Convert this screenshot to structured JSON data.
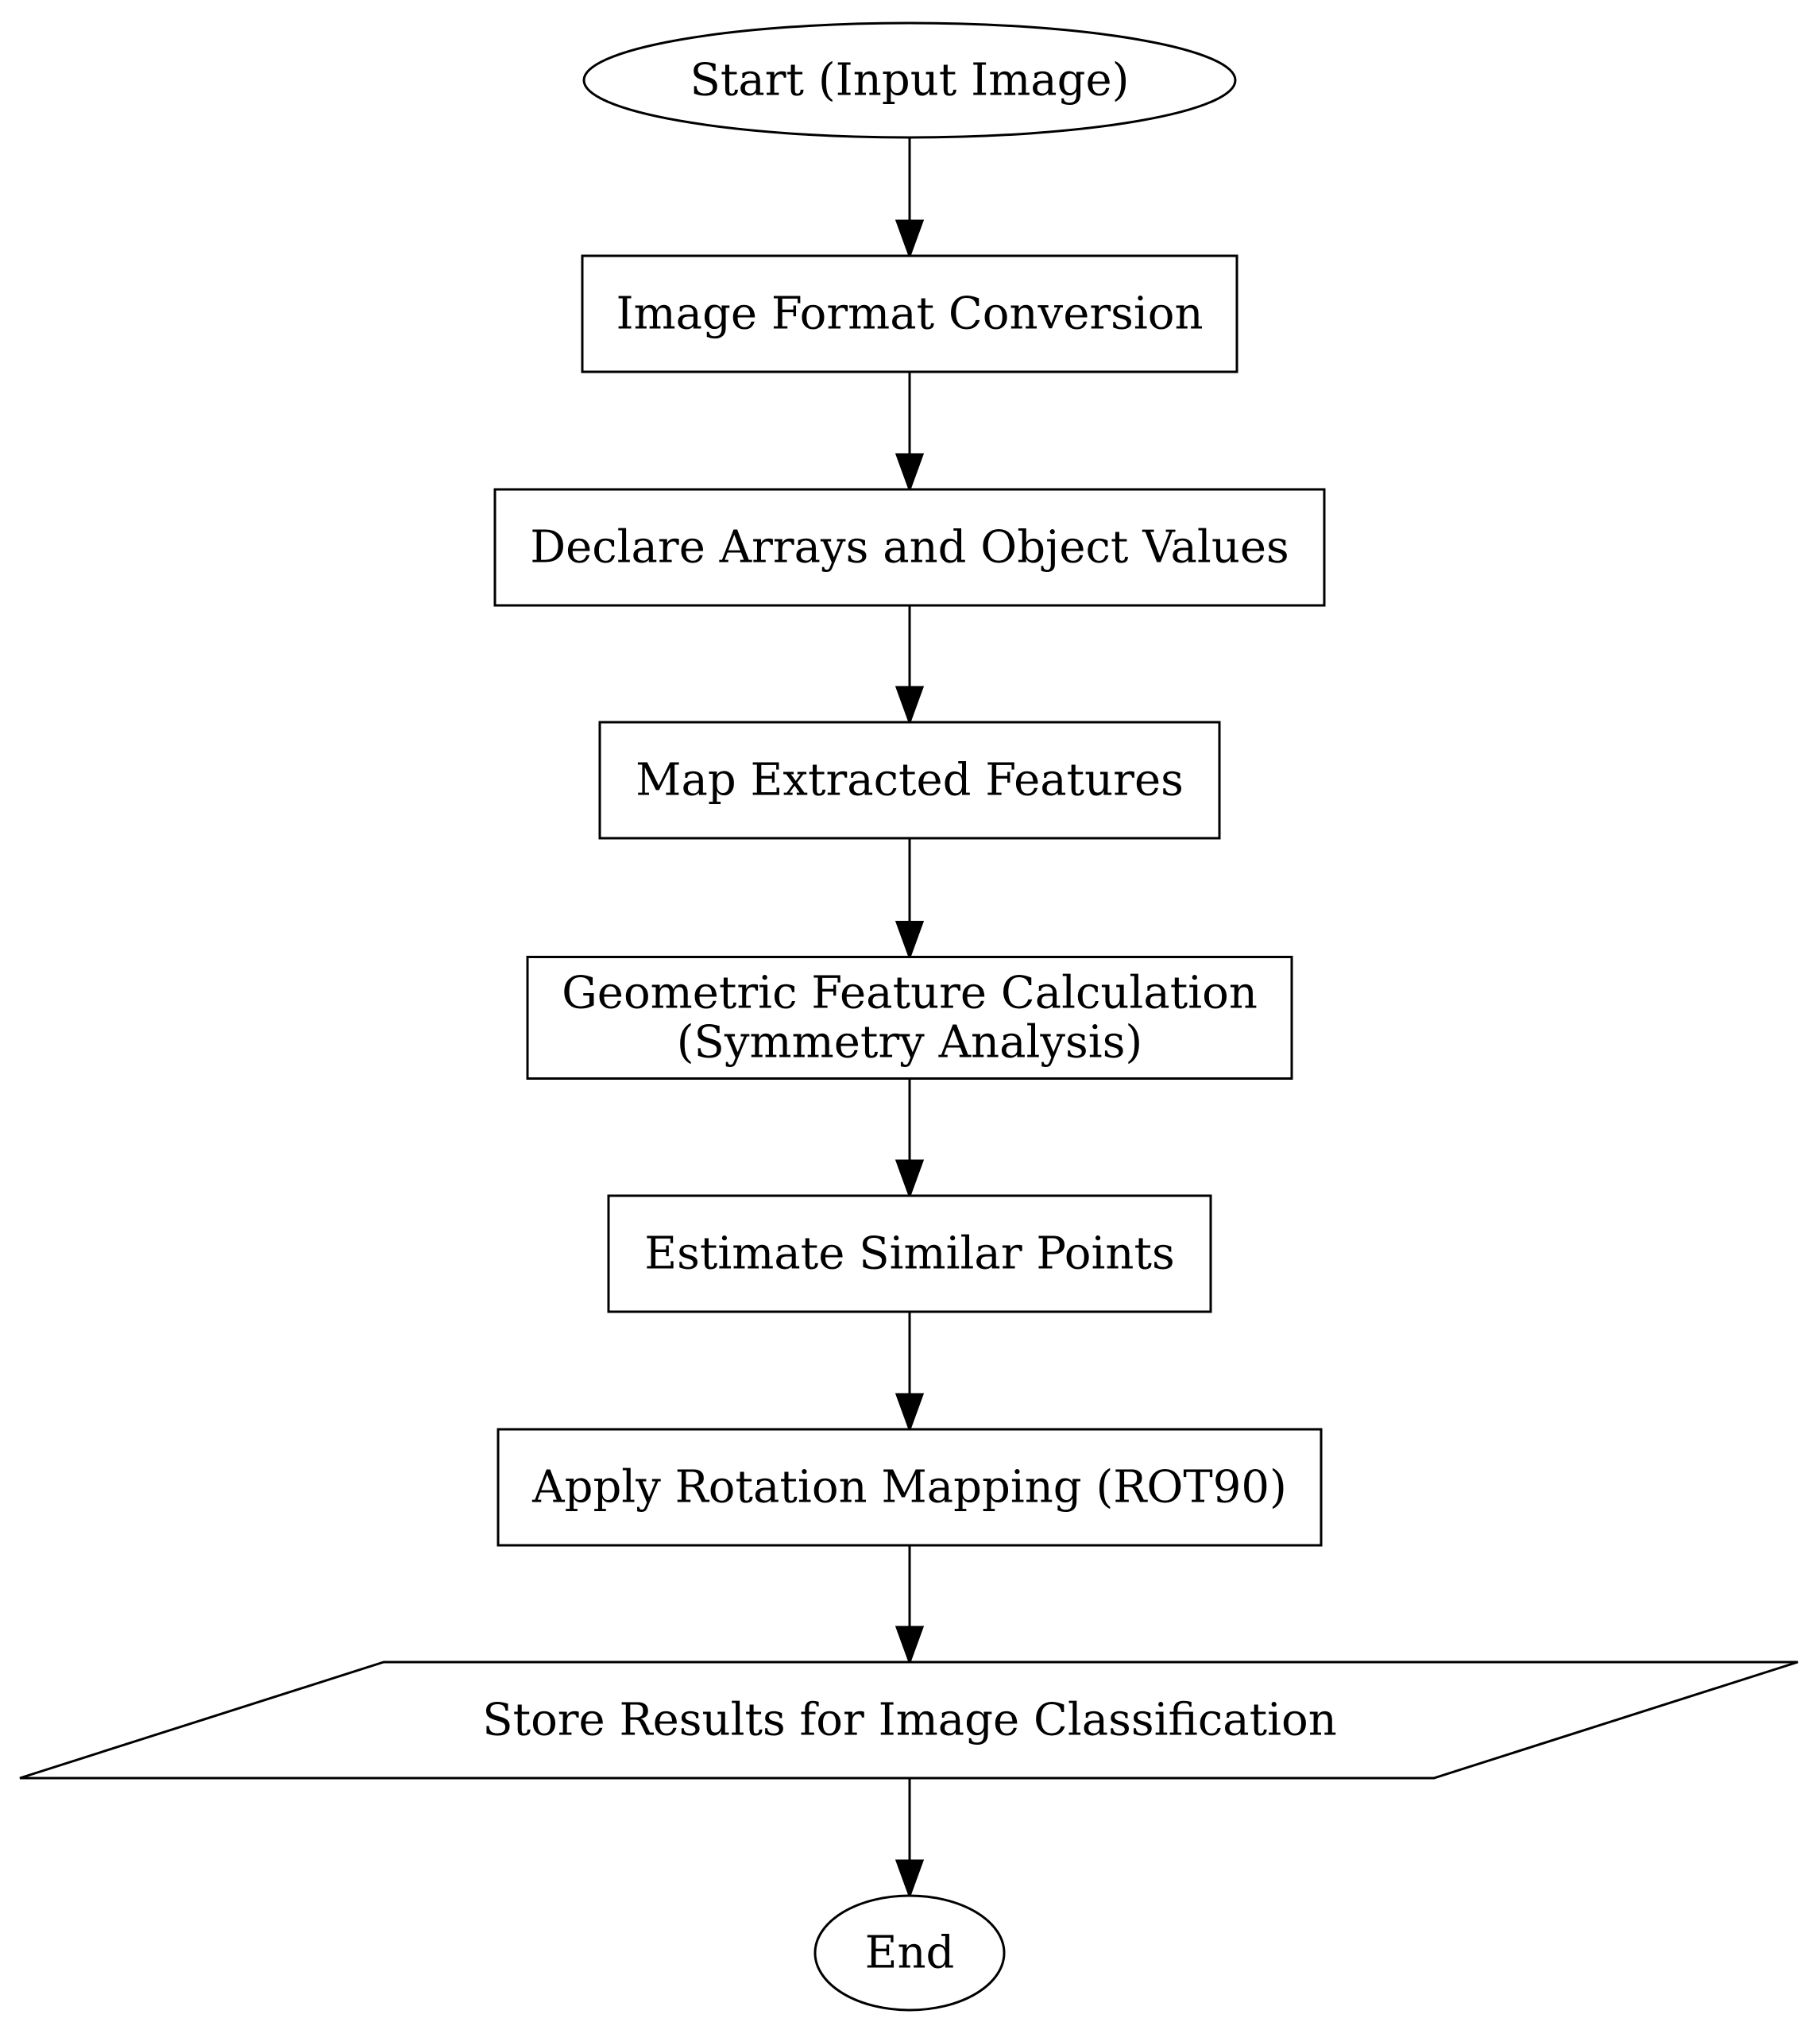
{
  "diagram": {
    "type": "flowchart",
    "direction": "top-to-bottom",
    "nodes": [
      {
        "id": "start",
        "shape": "ellipse",
        "lines": [
          "Start (Input Image)"
        ]
      },
      {
        "id": "format",
        "shape": "rectangle",
        "lines": [
          "Image Format Conversion"
        ]
      },
      {
        "id": "declare",
        "shape": "rectangle",
        "lines": [
          "Declare Arrays and Object Values"
        ]
      },
      {
        "id": "map",
        "shape": "rectangle",
        "lines": [
          "Map Extracted Features"
        ]
      },
      {
        "id": "geometric",
        "shape": "rectangle",
        "lines": [
          "Geometric Feature Calculation",
          "(Symmetry Analysis)"
        ]
      },
      {
        "id": "estimate",
        "shape": "rectangle",
        "lines": [
          "Estimate Similar Points"
        ]
      },
      {
        "id": "rotation",
        "shape": "rectangle",
        "lines": [
          "Apply Rotation Mapping (ROT90)"
        ]
      },
      {
        "id": "store",
        "shape": "parallelogram",
        "lines": [
          "Store Results for Image Classification"
        ]
      },
      {
        "id": "end",
        "shape": "ellipse",
        "lines": [
          "End"
        ]
      }
    ],
    "edges": [
      {
        "from": "start",
        "to": "format"
      },
      {
        "from": "format",
        "to": "declare"
      },
      {
        "from": "declare",
        "to": "map"
      },
      {
        "from": "map",
        "to": "geometric"
      },
      {
        "from": "geometric",
        "to": "estimate"
      },
      {
        "from": "estimate",
        "to": "rotation"
      },
      {
        "from": "rotation",
        "to": "store"
      },
      {
        "from": "store",
        "to": "end"
      }
    ]
  }
}
